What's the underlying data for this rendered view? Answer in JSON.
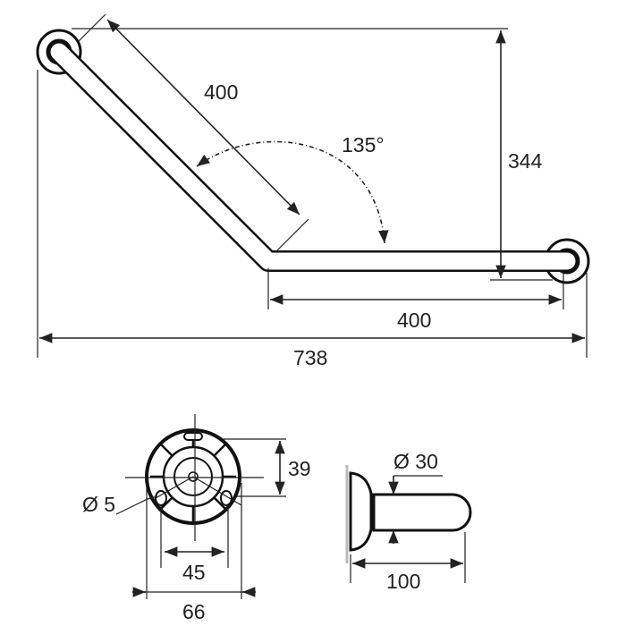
{
  "drawing": {
    "main_view": {
      "diagonal_length": "400",
      "angle": "135°",
      "height": "344",
      "horizontal_length": "400",
      "overall_width": "738"
    },
    "front_view": {
      "height_offset": "39",
      "hole_diameter": "Ø 5",
      "hole_spacing": "45",
      "flange_diameter": "66"
    },
    "side_view": {
      "tube_diameter": "Ø 30",
      "projection": "100"
    }
  }
}
